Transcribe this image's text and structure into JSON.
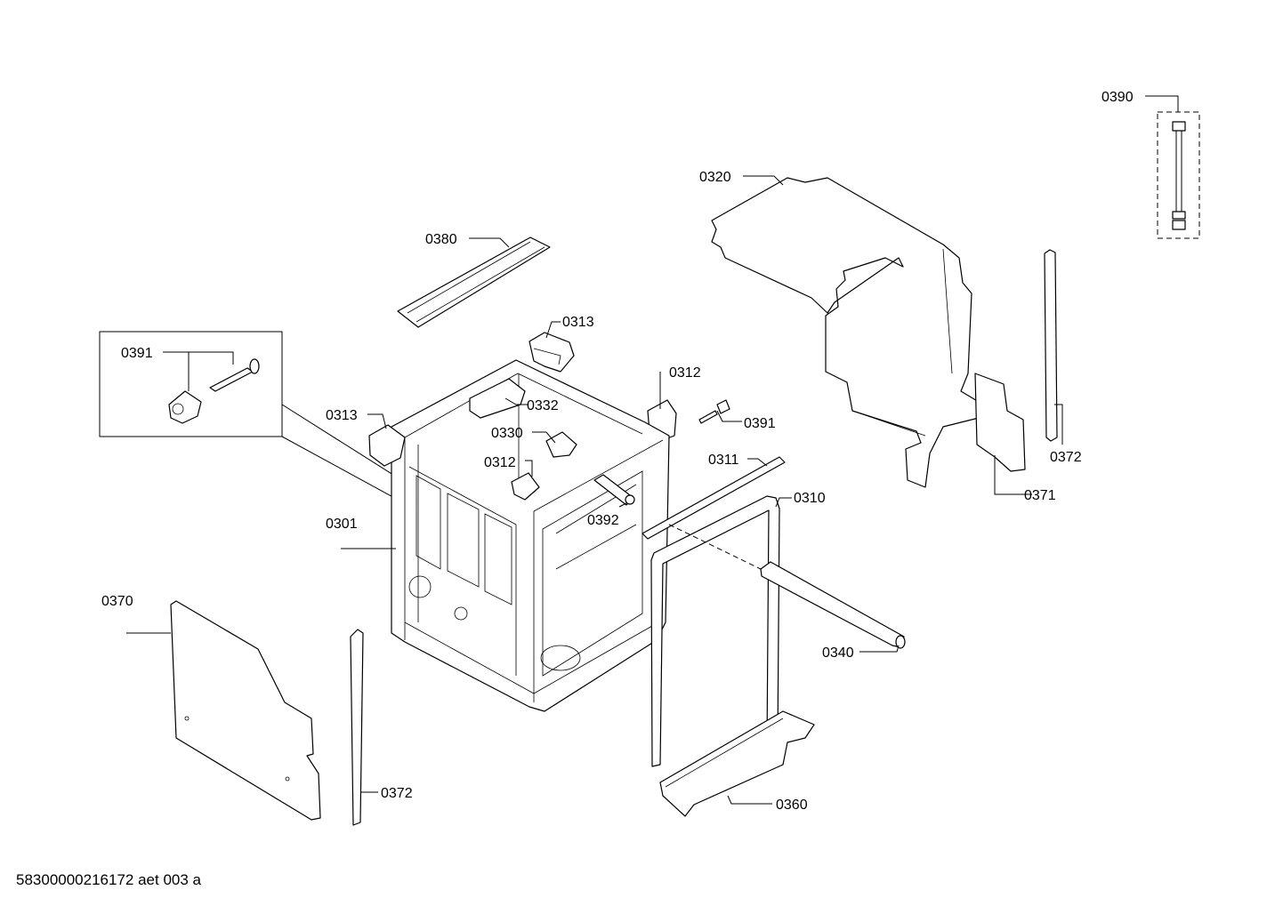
{
  "labels": {
    "l0390": "0390",
    "l0320": "0320",
    "l0380": "0380",
    "l0313a": "0313",
    "l0391a": "0391",
    "l0312a": "0312",
    "l0313b": "0313",
    "l0332": "0332",
    "l0391b": "0391",
    "l0330": "0330",
    "l0312b": "0312",
    "l0311": "0311",
    "l0372a": "0372",
    "l0371": "0371",
    "l0392": "0392",
    "l0310": "0310",
    "l0301": "0301",
    "l0370": "0370",
    "l0340": "0340",
    "l0372b": "0372",
    "l0360": "0360"
  },
  "footer": "58300000216172 aet 003 a"
}
